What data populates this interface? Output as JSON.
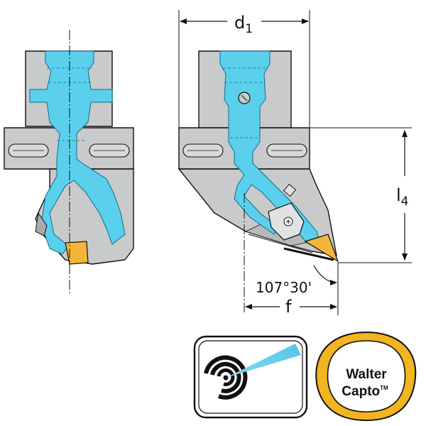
{
  "dimensions": {
    "d1": {
      "main": "d",
      "sub": "1"
    },
    "l4": {
      "main": "l",
      "sub": "4"
    },
    "f": "f",
    "angle": "107°30'"
  },
  "logo": {
    "text": "Walter Capto™"
  },
  "icons": {
    "coolant": "coolant-target-icon"
  },
  "colors": {
    "body_gray": "#c9cacb",
    "coolant_blue": "#5ad0ec",
    "insert_yellow": "#f3b63a",
    "logo_gold": "#f2b41f",
    "line": "#111111"
  }
}
